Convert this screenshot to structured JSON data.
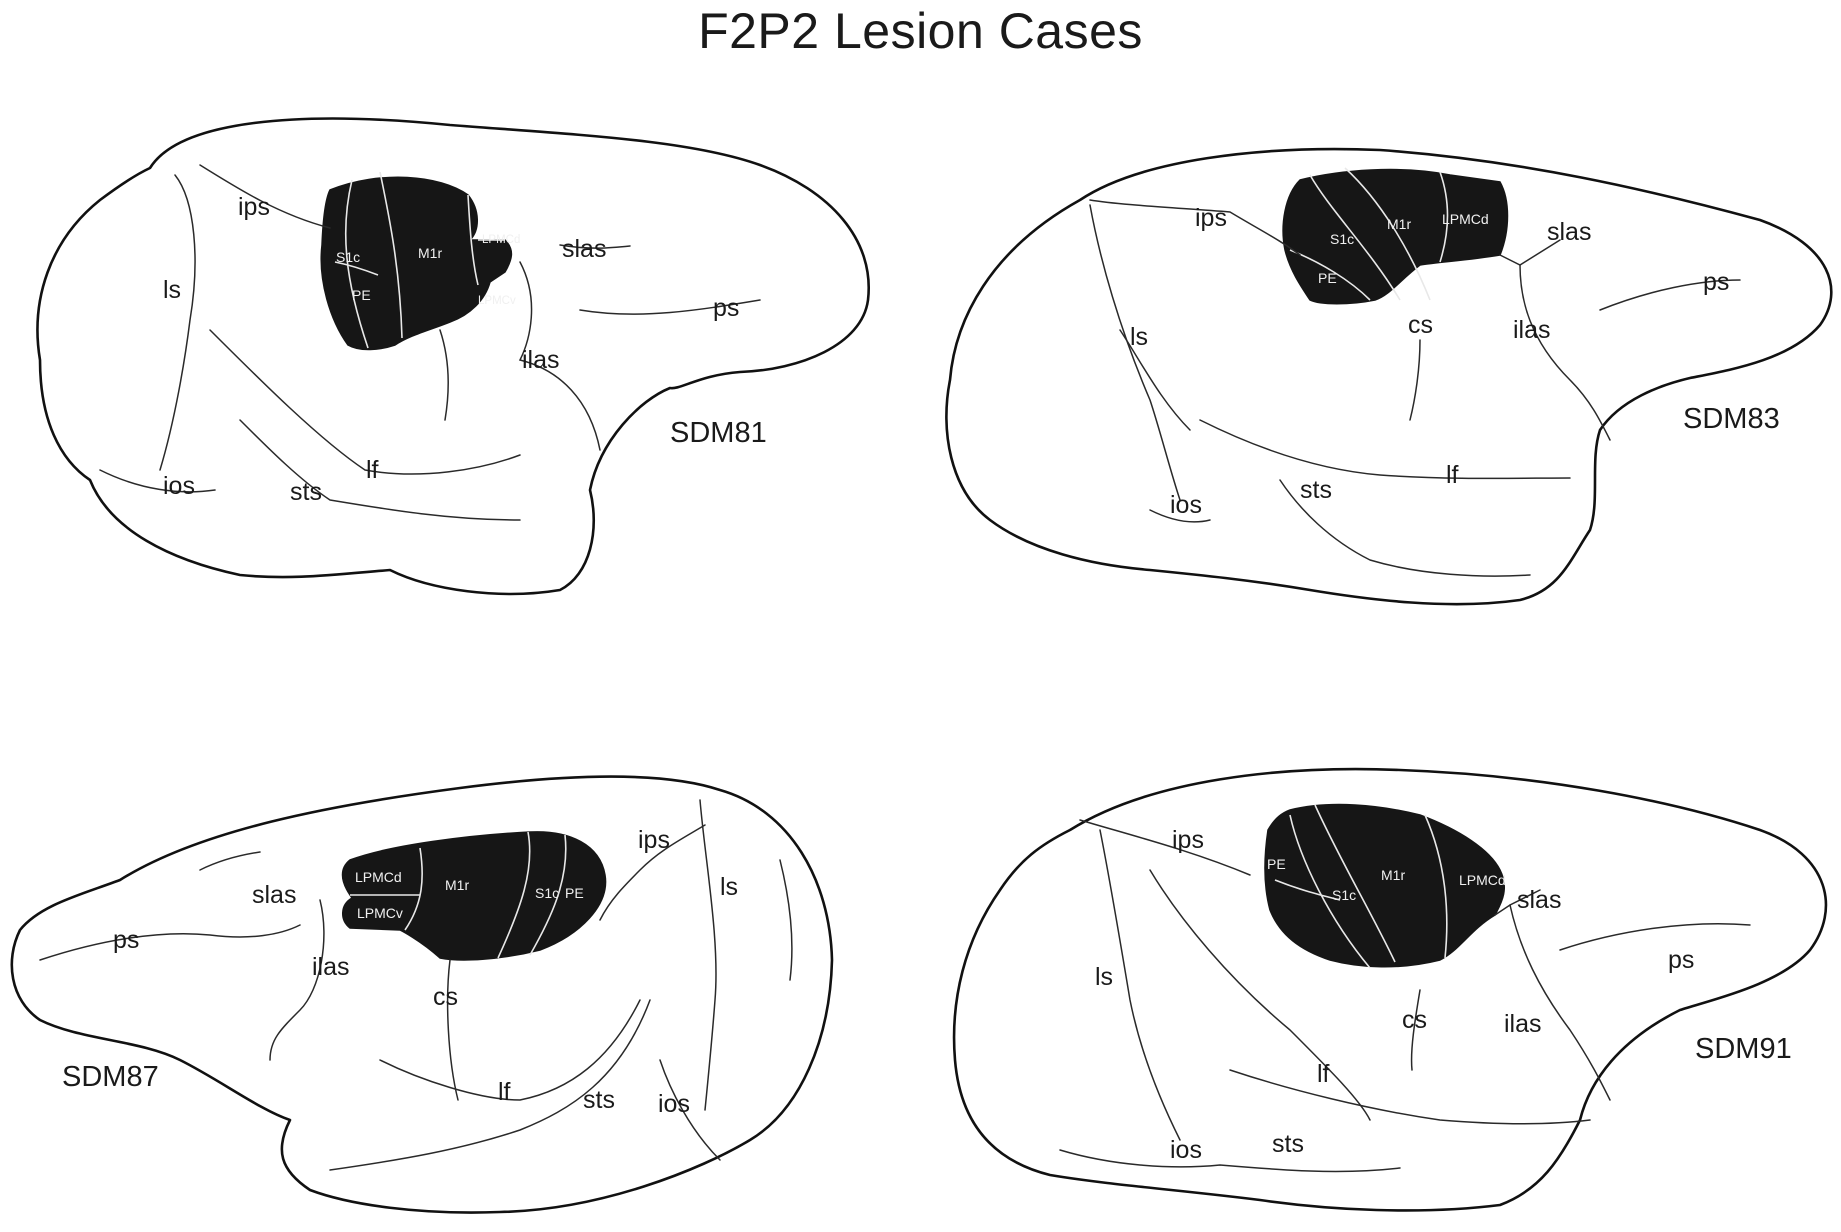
{
  "title": "F2P2 Lesion Cases",
  "cases": {
    "sdm81": {
      "name": "SDM81",
      "areas": [
        "S1c",
        "M1r",
        "LPMCd",
        "PE",
        "LPMCv"
      ],
      "sulci": [
        "ips",
        "ls",
        "slas",
        "ps",
        "ilas",
        "lf",
        "ios",
        "sts"
      ]
    },
    "sdm83": {
      "name": "SDM83",
      "areas": [
        "M1r",
        "LPMCd",
        "S1c",
        "PE"
      ],
      "sulci": [
        "ips",
        "slas",
        "ps",
        "ls",
        "cs",
        "ilas",
        "lf",
        "ios",
        "sts"
      ]
    },
    "sdm87": {
      "name": "SDM87",
      "areas": [
        "LPMCd",
        "M1r",
        "LPMCv",
        "S1c",
        "PE"
      ],
      "sulci": [
        "ips",
        "slas",
        "ls",
        "ps",
        "ilas",
        "cs",
        "lf",
        "sts",
        "ios"
      ]
    },
    "sdm91": {
      "name": "SDM91",
      "areas": [
        "PE",
        "M1r",
        "LPMCd",
        "S1c"
      ],
      "sulci": [
        "ips",
        "slas",
        "ls",
        "ps",
        "cs",
        "ilas",
        "lf",
        "ios",
        "sts"
      ]
    }
  }
}
